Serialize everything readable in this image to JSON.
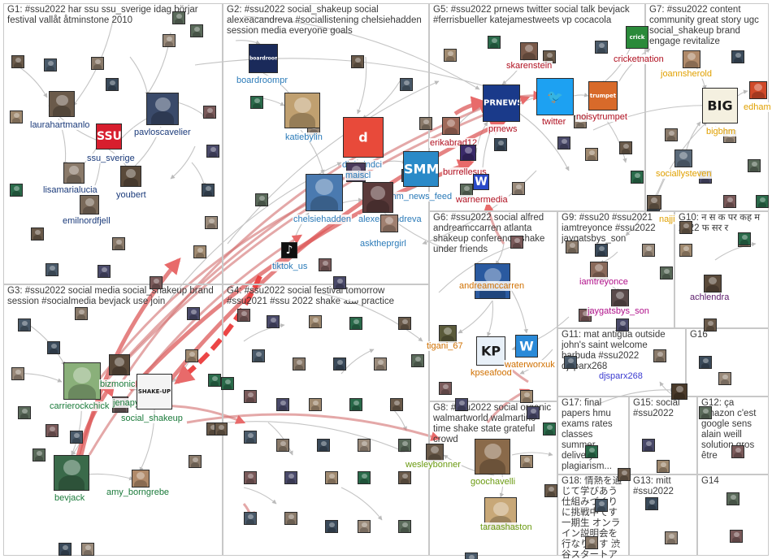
{
  "graph": {
    "groups": [
      {
        "id": "G1",
        "label": "G1: #ssu2022 har ssu ssu_sverige idag börjar festival vallåt åtminstone 2010",
        "color": "#1a3a7a"
      },
      {
        "id": "G2",
        "label": "G2: #ssu2022 social_shakeup social alexeacandreva #sociallistening chelsiehadden session media everyone goals",
        "color": "#2a7ab8"
      },
      {
        "id": "G5",
        "label": "G5: #ssu2022 prnews twitter social talk bevjack #ferrisbueller katejamestweets vp cocacola",
        "color": "#b01020"
      },
      {
        "id": "G7",
        "label": "G7: #ssu2022 content community great story ugc social_shakeup brand engage revitalize",
        "color": "#e0a000"
      },
      {
        "id": "G3",
        "label": "G3: #ssu2022 social media social_shakeup brand session #socialmedia bevjack use join",
        "color": "#1a7a3a"
      },
      {
        "id": "G4",
        "label": "G4: #ssu2022 social festival tomorrow #ssu2021 #ssu 2022 shake سنه practice",
        "color": "#2a8a2a"
      },
      {
        "id": "G6",
        "label": "G6: #ssu2022 social alfred andreamccarren atlanta shakeup conference shake under friends",
        "color": "#d07000"
      },
      {
        "id": "G9",
        "label": "G9: #ssu20 #ssu2021 iamtreyonce #ssu2022 jaygatsbys_son",
        "color": "#b0108a"
      },
      {
        "id": "G10",
        "label": "G10: न स क पर कह म 2022 फ सर र",
        "color": "#5a1a6a"
      },
      {
        "id": "G11",
        "label": "G11: mat antigua outside john's saint welcome barbuda #ssu2022 djsparx268",
        "color": "#3a3ad0"
      },
      {
        "id": "G16",
        "label": "G16",
        "color": "#2a8a2a"
      },
      {
        "id": "G8",
        "label": "G8: #ssu2022 social organic walmartworld walmartinc time shake state grateful crowd",
        "color": "#6a9a10"
      },
      {
        "id": "G17",
        "label": "G17: final papers hmu exams rates classes summer delivery plagiarism...",
        "color": "#2a2a2a"
      },
      {
        "id": "G15",
        "label": "G15: social #ssu2022",
        "color": "#2a8a2a"
      },
      {
        "id": "G12",
        "label": "G12: ça amazon c'est google sens alain weill solution gros être",
        "color": "#2a8a2a"
      },
      {
        "id": "G18",
        "label": "G18: 情熱を通じて学びあう仕組みづくりに挑戦中です 一期生 オンライン説明会を行なります 渋谷スタートアップ大学...",
        "color": "#2a2a2a"
      },
      {
        "id": "G13",
        "label": "G13: mitt #ssu2022",
        "color": "#2a8a2a"
      },
      {
        "id": "G14",
        "label": "G14",
        "color": "#2a8a2a"
      }
    ],
    "nodes": [
      {
        "id": "laurahartmanlo",
        "label": "laurahartmanlo",
        "color": "#1a3a7a",
        "avatar_color": "#6a5a4a"
      },
      {
        "id": "pavloscavelier",
        "label": "pavloscavelier",
        "color": "#1a3a7a",
        "avatar_color": "#3a4a6a"
      },
      {
        "id": "ssu_sverige",
        "label": "ssu_sverige",
        "color": "#1a3a7a",
        "avatar_color": "#d81e2e",
        "logo": "SSU"
      },
      {
        "id": "lisamarialucia",
        "label": "lisamarialucia",
        "color": "#1a3a7a",
        "avatar_color": "#8a7a6a"
      },
      {
        "id": "youbert",
        "label": "youbert",
        "color": "#1a3a7a",
        "avatar_color": "#5a4a3a"
      },
      {
        "id": "emilnordfjell",
        "label": "emilnordfjell",
        "color": "#1a3a7a",
        "avatar_color": "#7a6a5a"
      },
      {
        "id": "boardroompr",
        "label": "boardroompr",
        "color": "#2a7ab8",
        "avatar_color": "#1a2a5a",
        "logo": "boardroom"
      },
      {
        "id": "katiebylin",
        "label": "katiebylin",
        "color": "#2a7ab8",
        "avatar_color": "#c0a070"
      },
      {
        "id": "digimindci",
        "label": "digimindci",
        "color": "#2a7ab8",
        "avatar_color": "#e84a3a",
        "logo": "d"
      },
      {
        "id": "maiscl",
        "label": "maiscl",
        "color": "#2a7ab8",
        "avatar_color": "#4a3a5a"
      },
      {
        "id": "smm_news_feed",
        "label": "smm_news_feed",
        "color": "#2a7ab8",
        "avatar_color": "#2a8ac8",
        "logo": "SMM"
      },
      {
        "id": "chelsiehadden",
        "label": "chelsiehadden",
        "color": "#2a7ab8",
        "avatar_color": "#4a7ab0"
      },
      {
        "id": "alexeacandreva",
        "label": "alexeacandreva",
        "color": "#2a7ab8",
        "avatar_color": "#5a3a3a"
      },
      {
        "id": "asktheprgirl",
        "label": "asktheprgirl",
        "color": "#2a7ab8",
        "avatar_color": "#a08070"
      },
      {
        "id": "tiktok_us",
        "label": "tiktok_us",
        "color": "#2a7ab8",
        "avatar_color": "#101010",
        "logo": "♪"
      },
      {
        "id": "skarenstein",
        "label": "skarenstein",
        "color": "#b01020",
        "avatar_color": "#7a5a4a"
      },
      {
        "id": "prnews",
        "label": "prnews",
        "color": "#b01020",
        "avatar_color": "#1a3a8a",
        "logo": "PRNEWS"
      },
      {
        "id": "twitter",
        "label": "twitter",
        "color": "#b01020",
        "avatar_color": "#1da1f2",
        "logo": "🐦"
      },
      {
        "id": "noisytrumpet",
        "label": "noisytrumpet",
        "color": "#b01020",
        "avatar_color": "#d86a2a",
        "logo": "trumpet"
      },
      {
        "id": "cricketnation",
        "label": "cricketnation",
        "color": "#b01020",
        "avatar_color": "#2a8a3a",
        "logo": "crick"
      },
      {
        "id": "erikabrad12",
        "label": "erikabrad12",
        "color": "#b01020",
        "avatar_color": "#a06a5a"
      },
      {
        "id": "burrellesus",
        "label": "burrellesus",
        "color": "#b01020",
        "avatar_color": "#3a2a6a"
      },
      {
        "id": "warnermedia",
        "label": "warnermedia",
        "color": "#b01020",
        "avatar_color": "#2a4ac8",
        "logo": "W"
      },
      {
        "id": "joannsherold",
        "label": "joannsherold",
        "color": "#e0a000",
        "avatar_color": "#b08a6a"
      },
      {
        "id": "bigbhm",
        "label": "bigbhm",
        "color": "#e0a000",
        "avatar_color": "#f4f0e0",
        "logo": "BIG"
      },
      {
        "id": "edham",
        "label": "edham",
        "color": "#e0a000",
        "avatar_color": "#d04a2a"
      },
      {
        "id": "sociallysteven",
        "label": "sociallysteven",
        "color": "#e0a000",
        "avatar_color": "#5a6a7a"
      },
      {
        "id": "najji",
        "label": "najji",
        "color": "#e0a000",
        "avatar_color": "#6a5a4a"
      },
      {
        "id": "carrierockchick",
        "label": "carrierockchick",
        "color": "#1a7a3a",
        "avatar_color": "#8ab07a"
      },
      {
        "id": "bizmonic",
        "label": "bizmonic",
        "color": "#1a7a3a",
        "avatar_color": "#5a4a3a"
      },
      {
        "id": "jenapy",
        "label": "jenapy",
        "color": "#1a7a3a",
        "avatar_color": "#6a5a5a"
      },
      {
        "id": "social_shakeup",
        "label": "social_shakeup",
        "color": "#1a7a3a",
        "avatar_color": "#f4f4f4",
        "logo": "SHAKE-UP"
      },
      {
        "id": "bevjack",
        "label": "bevjack",
        "color": "#1a7a3a",
        "avatar_color": "#3a6a4a"
      },
      {
        "id": "amy_borngrebe",
        "label": "amy_borngrebe",
        "color": "#1a7a3a",
        "avatar_color": "#b08a6a"
      },
      {
        "id": "andreamccarren",
        "label": "andreamccarren",
        "color": "#d07000",
        "avatar_color": "#2a5aa0"
      },
      {
        "id": "tigani_67",
        "label": "tigani_67",
        "color": "#d07000",
        "avatar_color": "#5a5a3a"
      },
      {
        "id": "kpseafood",
        "label": "kpseafood",
        "color": "#d07000",
        "avatar_color": "#e8f0f8",
        "logo": "KP"
      },
      {
        "id": "waterworxuk",
        "label": "waterworxuk",
        "color": "#d07000",
        "avatar_color": "#2a8ad8",
        "logo": "W"
      },
      {
        "id": "iamtreyonce",
        "label": "iamtreyonce",
        "color": "#b0108a",
        "avatar_color": "#8a6a5a"
      },
      {
        "id": "jaygatsbys_son",
        "label": "jaygatsbys_son",
        "color": "#b0108a",
        "avatar_color": "#5a4a4a"
      },
      {
        "id": "achlendra",
        "label": "achlendra",
        "color": "#5a1a6a",
        "avatar_color": "#5a4a3a"
      },
      {
        "id": "djsparx268",
        "label": "djsparx268",
        "color": "#3a3ad0",
        "avatar_color": "#4a3a2a"
      },
      {
        "id": "wesleybonner",
        "label": "wesleybonner",
        "color": "#6a9a10",
        "avatar_color": "#6a5a4a"
      },
      {
        "id": "goochavelli",
        "label": "goochavelli",
        "color": "#6a9a10",
        "avatar_color": "#8a6a4a"
      },
      {
        "id": "taraashaston",
        "label": "taraashaston",
        "color": "#6a9a10",
        "avatar_color": "#c8a878"
      }
    ]
  }
}
